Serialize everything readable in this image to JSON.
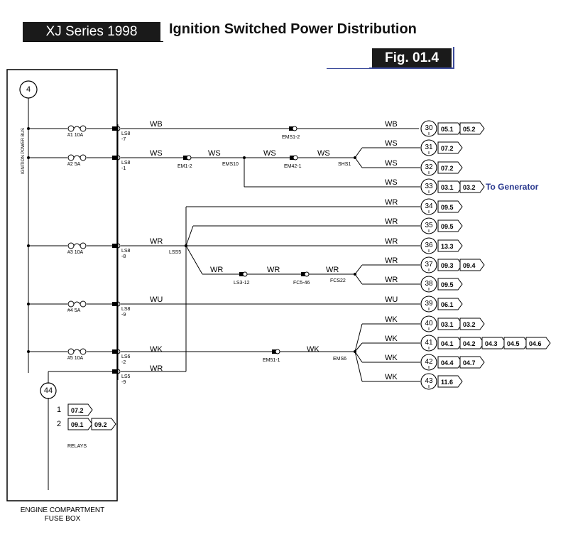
{
  "header": {
    "series": "XJ Series 1998",
    "title": "Ignition Switched Power Distribution",
    "figure": "Fig. 01.4"
  },
  "fusebox": {
    "bus_label": "IGNITION POWER BUS",
    "bus_node": "4",
    "relay_node": "44",
    "relays_label": "RELAYS",
    "relay_rows": [
      {
        "num": "1",
        "refs": [
          "07.2"
        ]
      },
      {
        "num": "2",
        "refs": [
          "09.1",
          "09.2"
        ]
      }
    ],
    "caption_line1": "ENGINE COMPARTMENT",
    "caption_line2": "FUSE BOX"
  },
  "fuses": [
    "#1 10A",
    "#2 5A",
    "#3 10A",
    "#4 5A",
    "#5 10A"
  ],
  "connectors": [
    {
      "l1": "LS8",
      "l2": "-7"
    },
    {
      "l1": "LS8",
      "l2": "-1"
    },
    {
      "l1": "LS8",
      "l2": "-8"
    },
    {
      "l1": "LS8",
      "l2": "-9"
    },
    {
      "l1": "LS6",
      "l2": "-2"
    },
    {
      "l1": "LS5",
      "l2": "-9"
    }
  ],
  "splices": {
    "ems51_2": "EMS1-2",
    "em1_2": "EM1-2",
    "ems10": "EMS10",
    "em42_1": "EM42-1",
    "shs1": "SHS1",
    "lss5": "LSS5",
    "ls3_12": "LS3-12",
    "fc5_46": "FC5-46",
    "fcs22": "FCS22",
    "em51_1": "EM51-1",
    "ems6": "EMS6"
  },
  "wire_labels": {
    "wb": "WB",
    "ws": "WS",
    "wr": "WR",
    "wu": "WU",
    "wk": "WK"
  },
  "outputs": [
    {
      "node": "30",
      "refs": [
        "05.1",
        "05.2"
      ]
    },
    {
      "node": "31",
      "refs": [
        "07.2"
      ]
    },
    {
      "node": "32",
      "refs": [
        "07.2"
      ]
    },
    {
      "node": "33",
      "refs": [
        "03.1",
        "03.2"
      ],
      "note": "To Generator"
    },
    {
      "node": "34",
      "refs": [
        "09.5"
      ]
    },
    {
      "node": "35",
      "refs": [
        "09.5"
      ]
    },
    {
      "node": "36",
      "refs": [
        "13.3"
      ]
    },
    {
      "node": "37",
      "refs": [
        "09.3",
        "09.4"
      ]
    },
    {
      "node": "38",
      "refs": [
        "09.5"
      ]
    },
    {
      "node": "39",
      "refs": [
        "06.1"
      ]
    },
    {
      "node": "40",
      "refs": [
        "03.1",
        "03.2"
      ]
    },
    {
      "node": "41",
      "refs": [
        "04.1",
        "04.2",
        "04.3",
        "04.5",
        "04.6"
      ]
    },
    {
      "node": "42",
      "refs": [
        "04.4",
        "04.7"
      ]
    },
    {
      "node": "43",
      "refs": [
        "11.6"
      ]
    }
  ],
  "colors": {
    "ink": "#000000",
    "note": "#2b3a8f",
    "badge": "#1a1a1a"
  }
}
